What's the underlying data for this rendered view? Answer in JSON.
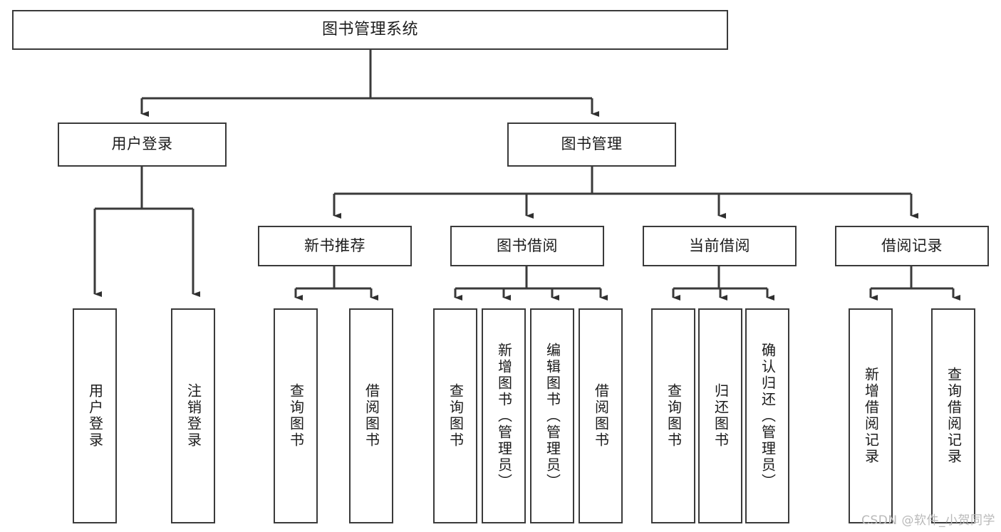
{
  "diagram": {
    "title": "图书管理系统",
    "type": "hierarchy-tree",
    "root": {
      "id": "root",
      "label": "图书管理系统"
    },
    "level2": [
      {
        "id": "user-login",
        "label": "用户登录"
      },
      {
        "id": "book-manage",
        "label": "图书管理"
      }
    ],
    "level3": [
      {
        "id": "new-book-recommend",
        "label": "新书推荐"
      },
      {
        "id": "book-borrow",
        "label": "图书借阅"
      },
      {
        "id": "current-borrow",
        "label": "当前借阅"
      },
      {
        "id": "borrow-record",
        "label": "借阅记录"
      }
    ],
    "leaves": {
      "user_login": [
        {
          "id": "leaf-user-login",
          "label": "用户登录"
        },
        {
          "id": "leaf-logout-login",
          "label": "注销登录"
        }
      ],
      "new_book_recommend": [
        {
          "id": "leaf-query-book-1",
          "label": "查询图书"
        },
        {
          "id": "leaf-borrow-book-1",
          "label": "借阅图书"
        }
      ],
      "book_borrow": [
        {
          "id": "leaf-query-book-2",
          "label": "查询图书"
        },
        {
          "id": "leaf-add-book",
          "label": "新增图书（管理员）"
        },
        {
          "id": "leaf-edit-book",
          "label": "编辑图书（管理员）"
        },
        {
          "id": "leaf-borrow-book-2",
          "label": "借阅图书"
        }
      ],
      "current_borrow": [
        {
          "id": "leaf-query-book-3",
          "label": "查询图书"
        },
        {
          "id": "leaf-return-book",
          "label": "归还图书"
        },
        {
          "id": "leaf-confirm-return",
          "label": "确认归还（管理员）"
        }
      ],
      "borrow_record": [
        {
          "id": "leaf-add-record",
          "label": "新增借阅记录"
        },
        {
          "id": "leaf-query-record",
          "label": "查询借阅记录"
        }
      ]
    }
  },
  "watermark": {
    "text": "CSDN @软件_小贺同学"
  },
  "colors": {
    "stroke": "#3a3a3a",
    "background": "#ffffff",
    "text": "#1b1b1b",
    "watermark": "#b9b9b9"
  }
}
